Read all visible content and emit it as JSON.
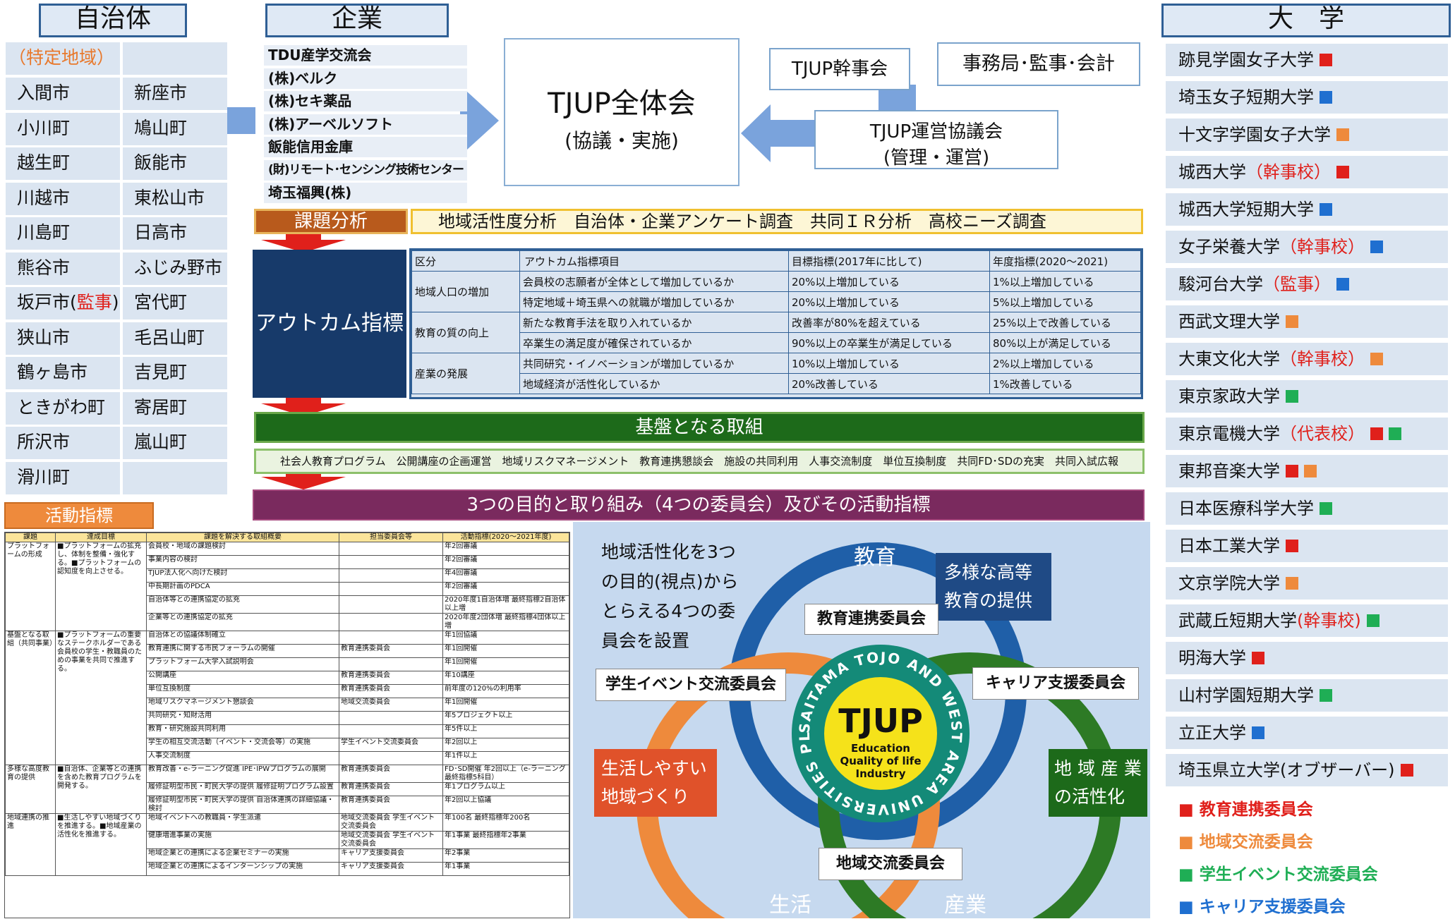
{
  "jichitai": {
    "header": "自治体",
    "area_label": "（特定地域）",
    "col1": [
      "入間市",
      "小川町",
      "越生町",
      "川越市",
      "川島町",
      "熊谷市",
      "坂戸市",
      "狭山市",
      "鶴ヶ島市",
      "ときがわ町",
      "所沢市",
      "滑川町"
    ],
    "sakado_name": "坂戸市(",
    "sakado_role": "監事",
    "sakado_close": ")",
    "col2": [
      "新座市",
      "鳩山町",
      "飯能市",
      "東松山市",
      "日高市",
      "ふじみ野市",
      "宮代町",
      "毛呂山町",
      "吉見町",
      "寄居町",
      "嵐山町"
    ]
  },
  "kigyo": {
    "header": "企業",
    "items": [
      "TDU産学交流会",
      "(株)ベルク",
      "(株)セキ薬品",
      "(株)アーベルソフト",
      "飯能信用金庫",
      "(財)リモート･センシング技術センター",
      "埼玉福興(株)"
    ]
  },
  "tjup": {
    "title": "TJUP全体会",
    "sub": "(協議・実施)",
    "kanji": "TJUP幹事会",
    "jimu": "事務局･監事･会計",
    "unei1": "TJUP運営協議会",
    "unei2": "(管理・運営)"
  },
  "kadai": {
    "label": "課題分析",
    "text": "地域活性度分析　自治体・企業アンケート調査　共同ＩＲ分析　高校ニーズ調査"
  },
  "outcome": {
    "label": "アウトカム指標",
    "headers": [
      "区分",
      "アウトカム指標項目",
      "目標指標(2017年に比して)",
      "年度指標(2020～2021)"
    ],
    "groups": [
      "地域人口の増加",
      "教育の質の向上",
      "産業の発展"
    ],
    "rows": [
      [
        "会員校の志願者が全体として増加しているか",
        "20%以上増加している",
        "1%以上増加している"
      ],
      [
        "特定地域＋埼玉県への就職が増加しているか",
        "20%以上増加している",
        "5%以上増加している"
      ],
      [
        "新たな教育手法を取り入れているか",
        "改善率が80%を超えている",
        "25%以上で改善している"
      ],
      [
        "卒業生の満足度が確保されているか",
        "90%以上の卒業生が満足している",
        "80%以上が満足している"
      ],
      [
        "共同研究・イノベーションが増加しているか",
        "10%以上増加している",
        "2%以上増加している"
      ],
      [
        "地域経済が活性化しているか",
        "20%改善している",
        "1%改善している"
      ]
    ]
  },
  "kiban": {
    "label": "基盤となる取組",
    "text": "社会人教育プログラム　公開講座の企画運営　地域リスクマネージメント　教育連携懇談会　施設の共同利用　人事交流制度　単位互換制度　共同FD･SDの充実　共同入試広報"
  },
  "mokuteki": {
    "label": "3つの目的と取り組み（4つの委員会）及びその活動指標"
  },
  "katsudo": {
    "label": "活動指標",
    "headers": [
      "課題",
      "達成目標",
      "課題を解決する取組概要",
      "担当委員会等",
      "活動指標(2020～2021年度)"
    ],
    "sections": [
      {
        "theme": "プラットフォームの形成",
        "goal": "■プラットフォームの拡充し、体制を整備・強化する。■プラットフォームの認知度を向上させる。",
        "rows": [
          [
            "会員校・地域の課題検討",
            "",
            "年2回審議"
          ],
          [
            "事業内容の検討",
            "",
            "年2回審議"
          ],
          [
            "TJUP法人化へ向けた検討",
            "",
            "年4回審議"
          ],
          [
            "中長期計画のPDCA",
            "",
            "年2回審議"
          ],
          [
            "自治体等との連携協定の拡充",
            "",
            "2020年度1自治体増 最終指標2自治体以上増"
          ],
          [
            "企業等との連携協定の拡充",
            "",
            "2020年度2団体増 最終指標4団体以上増"
          ]
        ]
      },
      {
        "theme": "基盤となる取組（共同事業）",
        "goal": "■プラットフォームの重要なステークホルダーである会員校の学生・教職員のための事業を共同で推進する。",
        "rows": [
          [
            "自治体との協議体制確立",
            "",
            "年1回協議"
          ],
          [
            "教育連携に関する市民フォーラムの開催",
            "教育連携委員会",
            "年1回開催"
          ],
          [
            "プラットフォーム大学入試説明会",
            "",
            "年1回開催"
          ],
          [
            "公開講座",
            "教育連携委員会",
            "年10講座"
          ],
          [
            "単位互換制度",
            "教育連携委員会",
            "前年度の120%の利用率"
          ],
          [
            "地域リスクマネージメント懇談会",
            "地域交流委員会",
            "年1回開催"
          ],
          [
            "共同研究・知財活用",
            "",
            "年5プロジェクト以上"
          ],
          [
            "教育・研究施設共同利用",
            "",
            "年5件以上"
          ],
          [
            "学生の相互交流活動（イベント・交流会等）の実施",
            "学生イベント交流委員会",
            "年2回以上"
          ],
          [
            "人事交流制度",
            "",
            "年1件以上"
          ]
        ]
      },
      {
        "theme": "多様な高度教育の提供",
        "goal": "■自治体、企業等との連携を含めた教育プログラムを開発する。",
        "rows": [
          [
            "教育改善・e-ラーニング促進 IPE･IPWプログラムの展開",
            "教育連携委員会",
            "FD･SD開催 年2回以上（e-ラーニング最終指標5科目）"
          ],
          [
            "履修証明型市民・町民大学の提供 履修証明プログラム設置",
            "教育連携委員会",
            "年1プログラム以上"
          ],
          [
            "履修証明型市民・町民大学の提供 自治体連携の詳細協議・検討",
            "教育連携委員会",
            "年2回以上協議"
          ]
        ]
      },
      {
        "theme": "地域連携の推進",
        "goal": "■生活しやすい地域づくりを推進する。■地域産業の活性化を推進する。",
        "rows": [
          [
            "地域イベントへの教職員・学生派遣",
            "地域交流委員会 学生イベント交流委員会",
            "年100名 最終指標年200名"
          ],
          [
            "健康増進事業の実施",
            "地域交流委員会 学生イベント交流委員会",
            "年1事業 最終指標年2事業"
          ],
          [
            "地域企業との連携による企業セミナーの実施",
            "キャリア支援委員会",
            "年2事業"
          ],
          [
            "地域企業との連携によるインターンシップの実施",
            "キャリア支援委員会",
            "年1事業"
          ]
        ]
      }
    ]
  },
  "diagram": {
    "intro": [
      "地域活性化を3つ",
      "の目的(視点)から",
      "とらえる4つの委",
      "員会を設置"
    ],
    "kyoiku": "教育",
    "seikatsu": "生活",
    "sangyo": "産業",
    "tayo": [
      "多様な高等",
      "教育の提供"
    ],
    "seikatsu_box": [
      "生活しやすい",
      "地域づくり"
    ],
    "sangyo_box": [
      "地 域 産 業",
      "の活性化"
    ],
    "c_kyoiku": "教育連携委員会",
    "c_gakusei": "学生イベント交流委員会",
    "c_career": "キャリア支援委員会",
    "c_chiiki": "地域交流委員会",
    "logo": {
      "main": "TJUP",
      "l1": "Education",
      "l2": "Quality of life",
      "l3": "Industry",
      "ring": "SAITAMA TOJO AND WEST AREA UNIVERSITIES PLATFORM"
    }
  },
  "daigaku": {
    "header": "大　学",
    "items": [
      {
        "name": "跡見学園女子大学",
        "tag": "",
        "marks": [
          "#e0201b"
        ]
      },
      {
        "name": "埼玉女子短期大学",
        "tag": "",
        "marks": [
          "#1f6fd0"
        ]
      },
      {
        "name": "十文字学園女子大学",
        "tag": "",
        "marks": [
          "#ee8a3c"
        ]
      },
      {
        "name": "城西大学",
        "tag": "（幹事校）",
        "marks": [
          "#e0201b"
        ]
      },
      {
        "name": "城西大学短期大学",
        "tag": "",
        "marks": [
          "#1f6fd0"
        ]
      },
      {
        "name": "女子栄養大学",
        "tag": "（幹事校）",
        "marks": [
          "#1f6fd0"
        ]
      },
      {
        "name": "駿河台大学",
        "tag": "（監事）",
        "marks": [
          "#1f6fd0"
        ]
      },
      {
        "name": "西武文理大学",
        "tag": "",
        "marks": [
          "#ee8a3c"
        ]
      },
      {
        "name": "大東文化大学",
        "tag": "（幹事校）",
        "marks": [
          "#ee8a3c"
        ]
      },
      {
        "name": "東京家政大学",
        "tag": "",
        "marks": [
          "#1fae55"
        ]
      },
      {
        "name": "東京電機大学",
        "tag": "（代表校）",
        "marks": [
          "#e0201b",
          "#1fae55"
        ]
      },
      {
        "name": "東邦音楽大学",
        "tag": "",
        "marks": [
          "#e0201b",
          "#ee8a3c"
        ]
      },
      {
        "name": "日本医療科学大学",
        "tag": "",
        "marks": [
          "#1fae55"
        ]
      },
      {
        "name": "日本工業大学",
        "tag": "",
        "marks": [
          "#e0201b"
        ]
      },
      {
        "name": "文京学院大学",
        "tag": "",
        "marks": [
          "#ee8a3c"
        ]
      },
      {
        "name": "武蔵丘短期大学",
        "tag": "(幹事校)",
        "marks": [
          "#1fae55"
        ]
      },
      {
        "name": "明海大学",
        "tag": "",
        "marks": [
          "#e0201b"
        ]
      },
      {
        "name": "山村学園短期大学",
        "tag": "",
        "marks": [
          "#1fae55"
        ]
      },
      {
        "name": "立正大学",
        "tag": "",
        "marks": [
          "#1f6fd0"
        ]
      },
      {
        "name": "埼玉県立大学(オブザーバー)",
        "tag": "",
        "marks": [
          "#e0201b"
        ]
      }
    ],
    "legend": [
      {
        "text": "■ 教育連携委員会",
        "color": "#e0201b"
      },
      {
        "text": "■ 地域交流委員会",
        "color": "#ee8a3c"
      },
      {
        "text": "■ 学生イベント交流委員会",
        "color": "#1fae55"
      },
      {
        "text": "■ キャリア支援委員会",
        "color": "#1f6fd0"
      }
    ]
  }
}
